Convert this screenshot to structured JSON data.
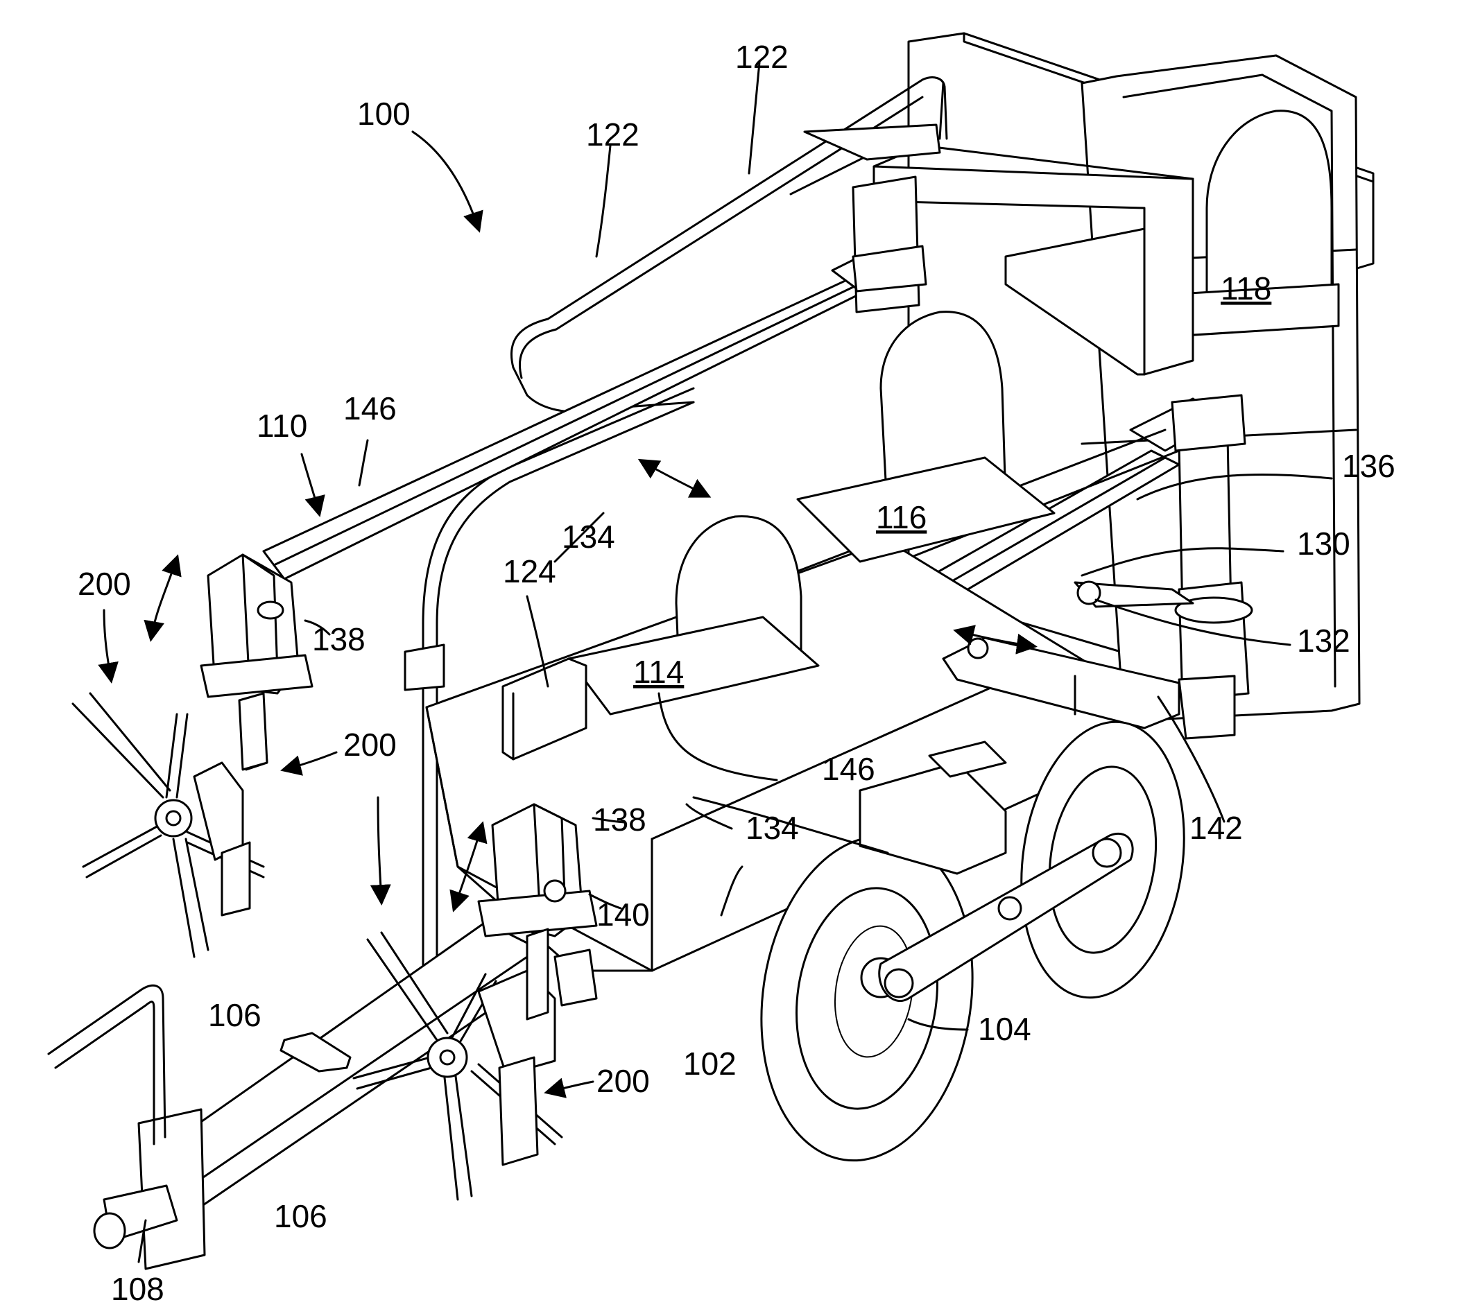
{
  "figure": {
    "labels": {
      "l100": "100",
      "l102": "102",
      "l104": "104",
      "l106a": "106",
      "l106b": "106",
      "l108": "108",
      "l110": "110",
      "l114": "114",
      "l116": "116",
      "l118": "118",
      "l122a": "122",
      "l122b": "122",
      "l124": "124",
      "l130": "130",
      "l132": "132",
      "l134a": "134",
      "l134b": "134",
      "l136": "136",
      "l138a": "138",
      "l138b": "138",
      "l140": "140",
      "l142": "142",
      "l146a": "146",
      "l146b": "146",
      "l200a": "200",
      "l200b": "200",
      "l200c": "200"
    }
  }
}
